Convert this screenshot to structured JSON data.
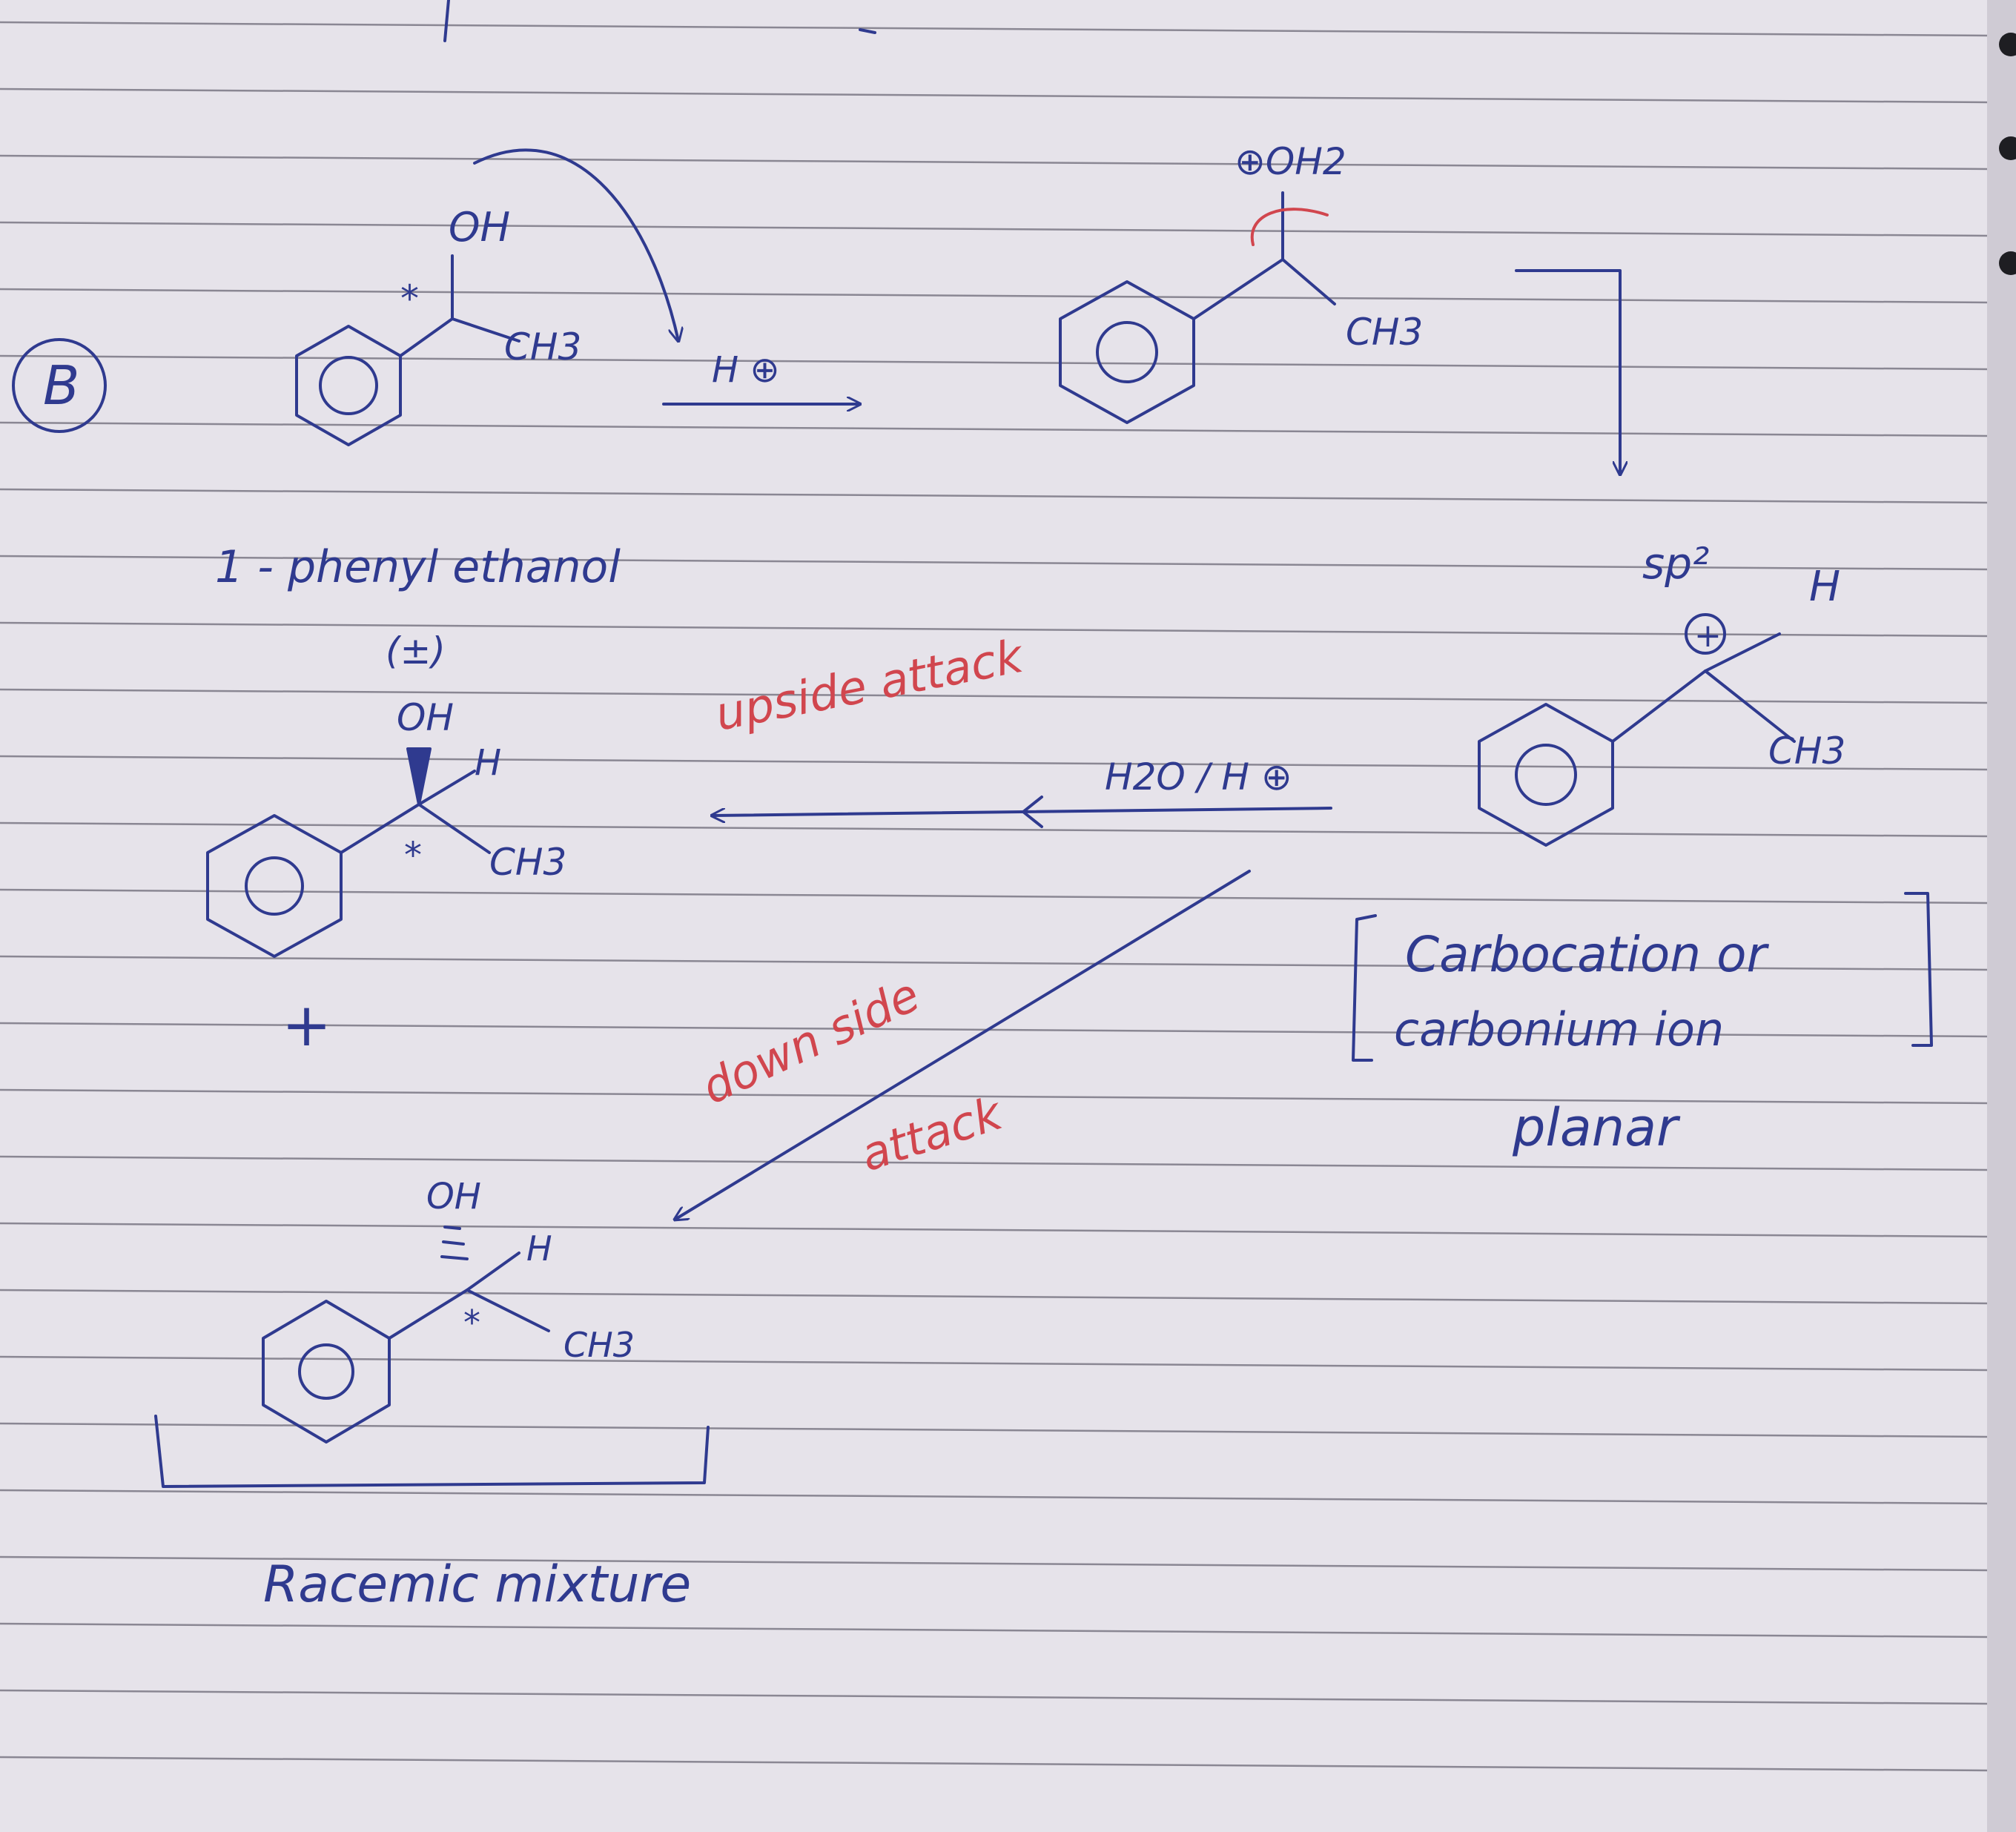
{
  "colors": {
    "paper": "#e6e3ea",
    "rule": "#8a8793",
    "blue_ink": "#2f3a8f",
    "red_ink": "#d1464e",
    "dark_edge": "#1e1e22"
  },
  "label_b": "B",
  "reactant": {
    "oh": "OH",
    "ch3": "CH3",
    "star": "*"
  },
  "reagent_1": "H ⊕",
  "intermediate_1": {
    "oh2": "⊕OH2",
    "ch3": "CH3"
  },
  "reactant_name": "1 - phenyl ethanol",
  "racemic_sign": "(±)",
  "carbocation": {
    "sp2": "sp²",
    "plus": "+",
    "h": "H",
    "ch3": "CH3"
  },
  "reagent_2": "H2O / H ⊕",
  "upside_label": "upside attack",
  "downside_label_line1": "down side",
  "downside_label_line2": "attack",
  "product_1": {
    "oh": "OH",
    "h": "H",
    "ch3": "CH3",
    "star": "*"
  },
  "plus_sign": "+",
  "product_2": {
    "oh": "OH",
    "h": "H",
    "ch3": "CH3",
    "star": "*"
  },
  "carbocation_note_line1": "Carbocation or",
  "carbocation_note_line2": "carbonium ion",
  "carbocation_note_line3": "planar",
  "mixture_label": "Racemic mixture"
}
